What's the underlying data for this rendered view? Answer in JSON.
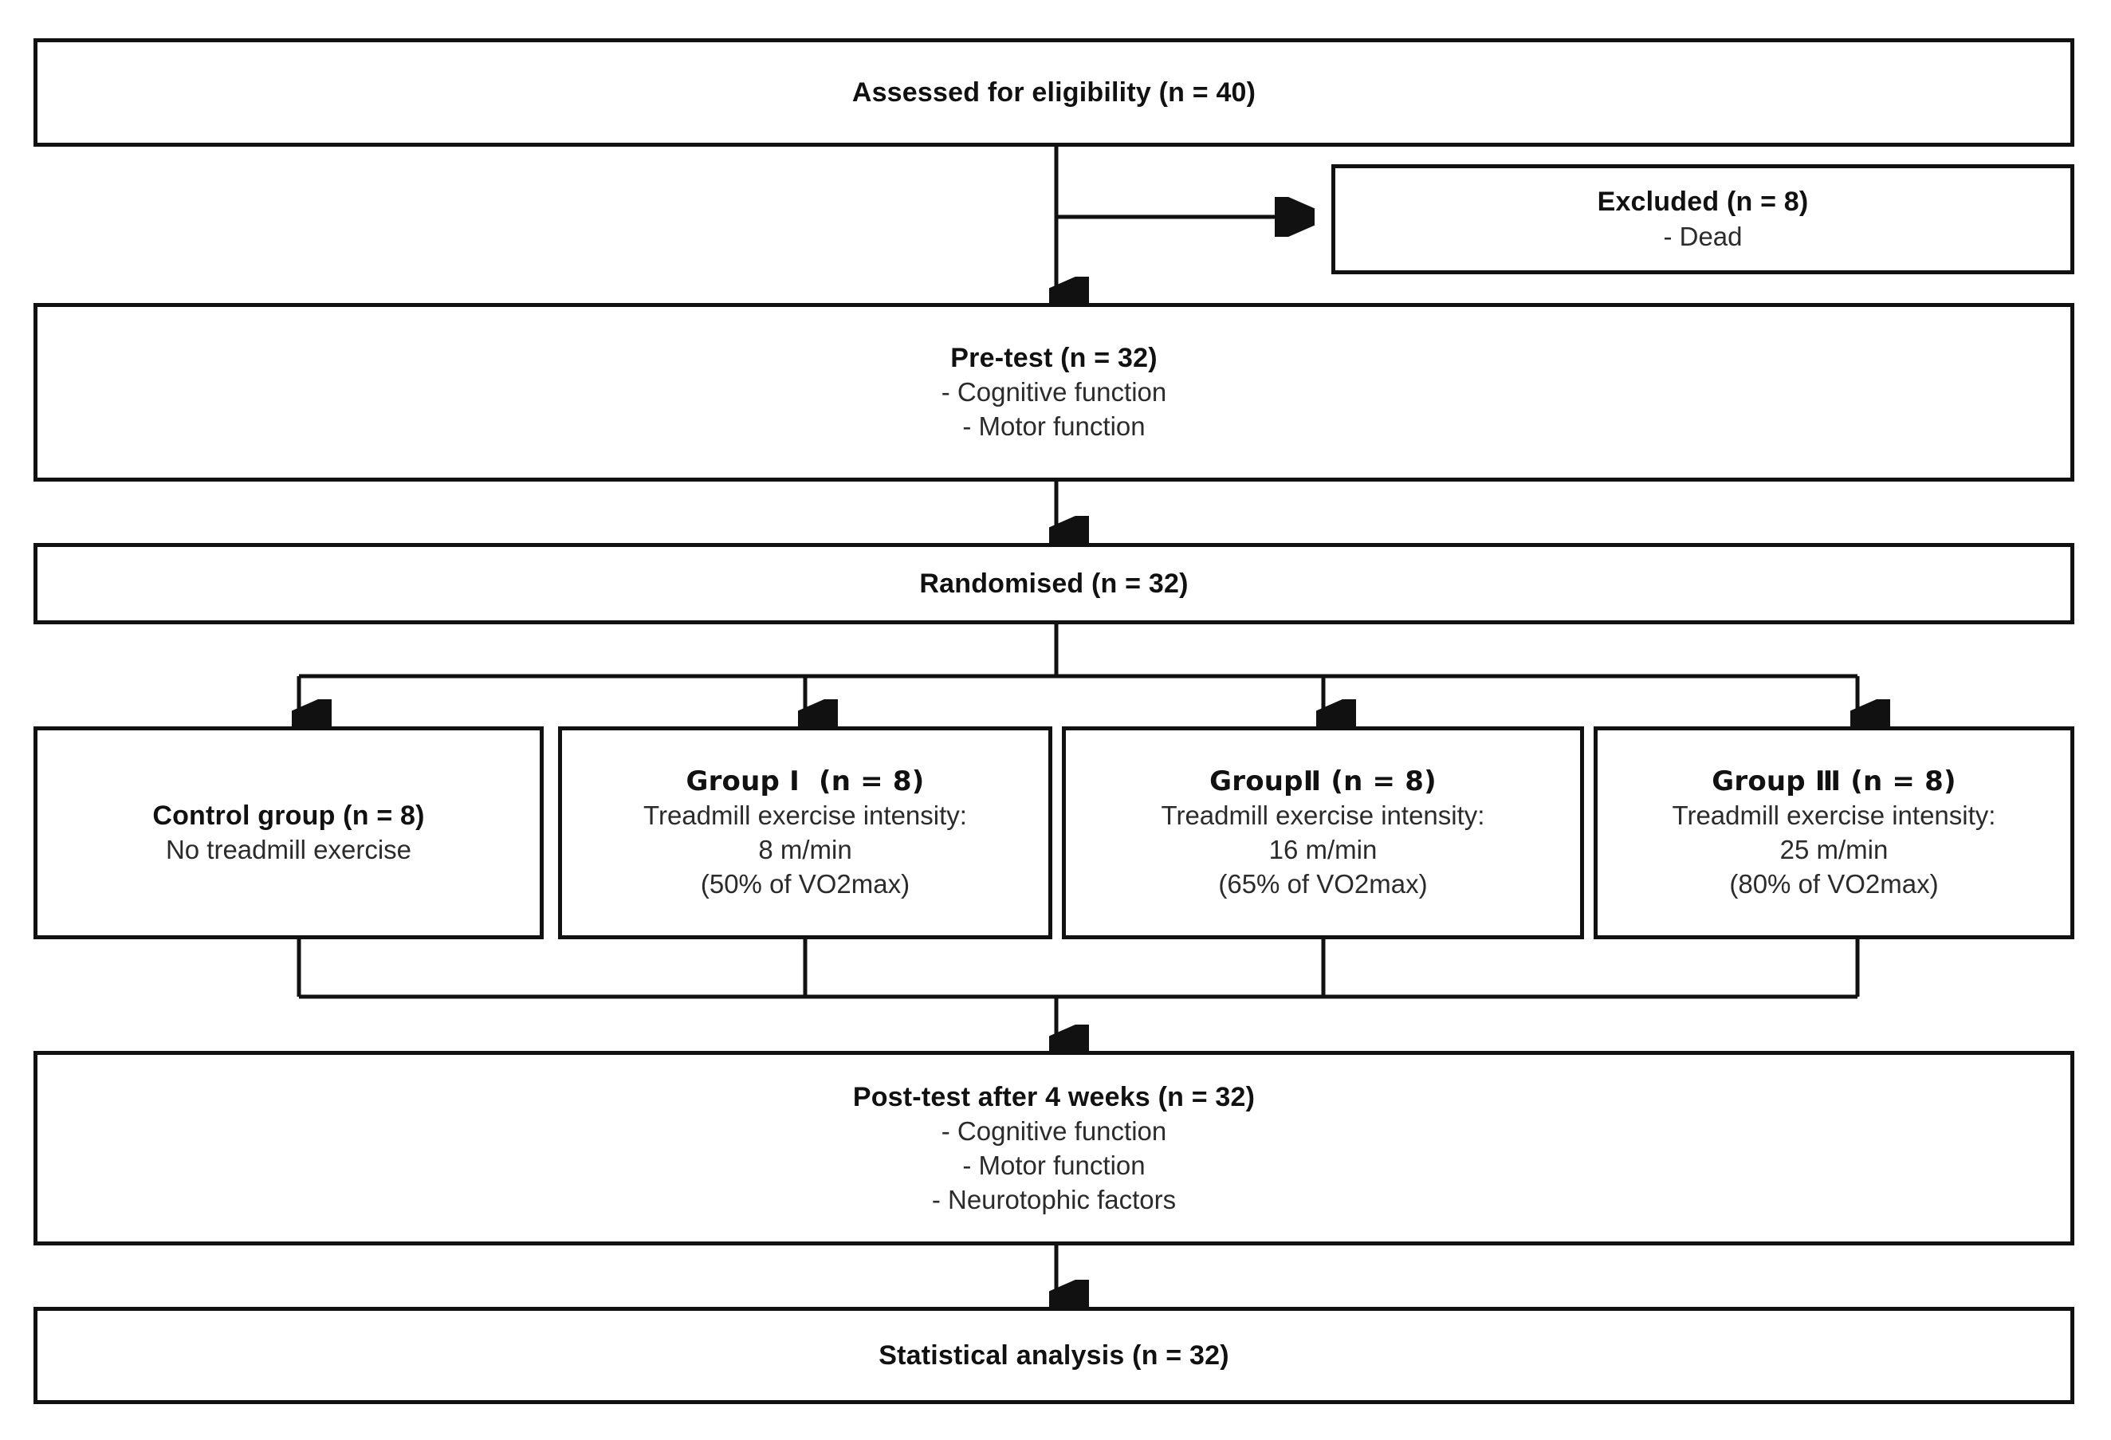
{
  "diagram": {
    "type": "consort-flow-diagram",
    "title": "Study flow diagram",
    "line_color": "#111111",
    "box_border_color": "#111111",
    "background": "#ffffff",
    "text_color": "#1a1a1a"
  },
  "nodes": {
    "assessed": {
      "title": "Assessed for eligibility (n = 40)",
      "lines": []
    },
    "excluded": {
      "title": "Excluded (n = 8)",
      "lines": [
        "- Dead"
      ]
    },
    "pretest": {
      "title": "Pre-test (n = 32)",
      "lines": [
        "- Cognitive function",
        "- Motor function"
      ]
    },
    "randomised": {
      "title": "Randomised (n = 32)",
      "lines": []
    },
    "control": {
      "title": "Control group (n = 8)",
      "lines": [
        "No treadmill exercise"
      ]
    },
    "group1": {
      "title": "Group Ⅰ  (n = 8)",
      "lines": [
        "Treadmill exercise intensity:",
        "8 m/min",
        "(50% of VO2max)"
      ]
    },
    "group2": {
      "title": "GroupⅡ (n = 8)",
      "lines": [
        "Treadmill exercise intensity:",
        "16 m/min",
        "(65% of VO2max)"
      ]
    },
    "group3": {
      "title": "Group Ⅲ (n = 8)",
      "lines": [
        "Treadmill exercise intensity:",
        "25 m/min",
        "(80% of VO2max)"
      ]
    },
    "posttest": {
      "title": "Post-test after 4 weeks (n = 32)",
      "lines": [
        "- Cognitive function",
        "- Motor function",
        "- Neurotophic factors"
      ]
    },
    "statistical": {
      "title": "Statistical analysis (n = 32)",
      "lines": []
    }
  }
}
